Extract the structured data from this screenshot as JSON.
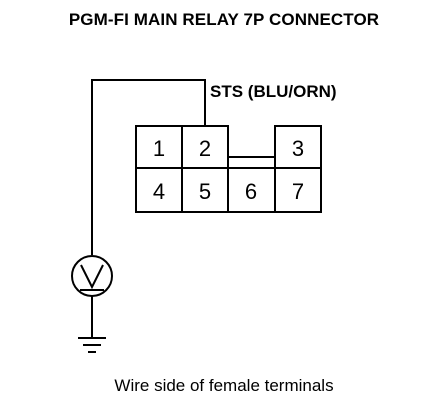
{
  "title": "PGM-FI MAIN RELAY 7P CONNECTOR",
  "wire_label": "STS (BLU/ORN)",
  "caption": "Wire side of female terminals",
  "meter_symbol": "V",
  "connector": {
    "top_row": [
      "1",
      "2",
      "3"
    ],
    "bottom_row": [
      "4",
      "5",
      "6",
      "7"
    ]
  },
  "icons": [
    "voltmeter-icon",
    "ground-icon"
  ]
}
